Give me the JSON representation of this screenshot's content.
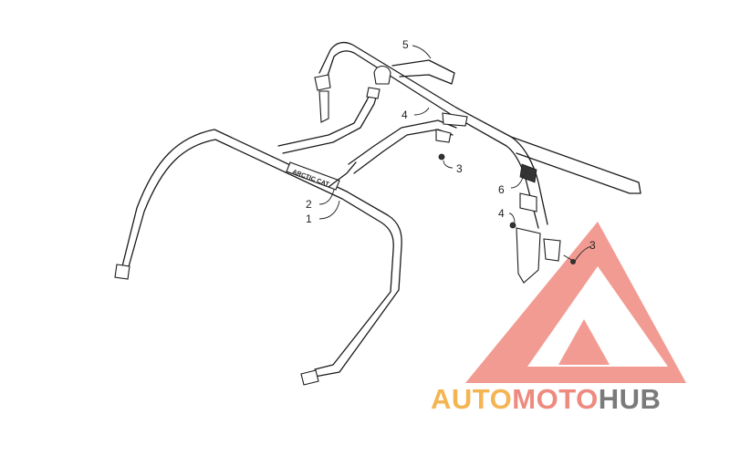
{
  "diagram": {
    "callouts": [
      {
        "id": "c1",
        "label": "1"
      },
      {
        "id": "c2",
        "label": "2"
      },
      {
        "id": "c3a",
        "label": "3"
      },
      {
        "id": "c3b",
        "label": "3"
      },
      {
        "id": "c4a",
        "label": "4"
      },
      {
        "id": "c4b",
        "label": "4"
      },
      {
        "id": "c5",
        "label": "5"
      },
      {
        "id": "c6",
        "label": "6"
      }
    ],
    "cage_label": "ARCTIC CAT"
  },
  "watermark": {
    "part1": "AUTO",
    "part2": "MOTO",
    "part3": "HUB",
    "colors": {
      "triangle": "#f08a80",
      "auto": "#f5b452",
      "moto": "#ee8a7e",
      "hub": "#7a7a7a"
    }
  }
}
